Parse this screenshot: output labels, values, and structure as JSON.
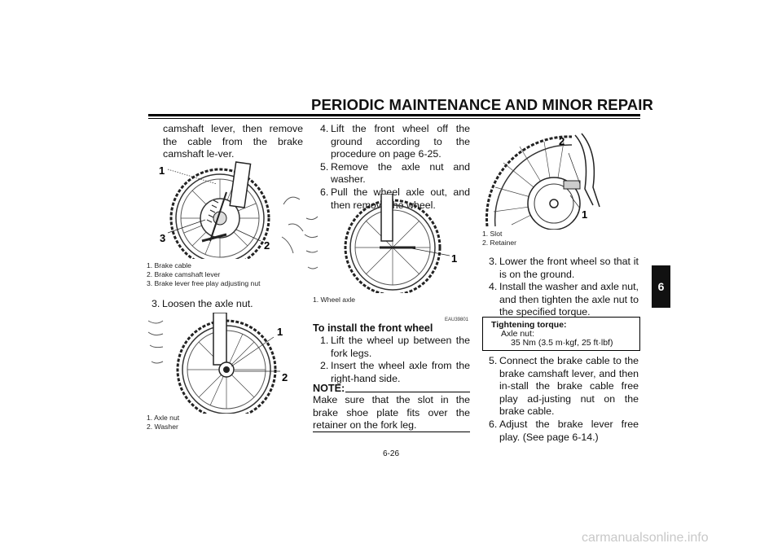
{
  "header": {
    "title": "PERIODIC MAINTENANCE AND MINOR REPAIR"
  },
  "section_tab": "6",
  "col1": {
    "intro": "camshaft lever, then remove the cable from the brake camshaft le-ver.",
    "fig1": {
      "callouts": [
        "1",
        "2",
        "3"
      ],
      "captions": [
        "1.  Brake cable",
        "2.  Brake camshaft lever",
        "3.  Brake lever free play adjusting nut"
      ]
    },
    "step3": {
      "num": "3.",
      "text": "Loosen the axle nut."
    },
    "fig2": {
      "callouts": [
        "1",
        "2"
      ],
      "captions": [
        "1.  Axle nut",
        "2.  Washer"
      ]
    }
  },
  "col2": {
    "steps": [
      {
        "num": "4.",
        "text": "Lift the front wheel off the ground according to the procedure on page 6-25."
      },
      {
        "num": "5.",
        "text": "Remove the axle nut and washer."
      },
      {
        "num": "6.",
        "text": "Pull the wheel axle out, and then remove the wheel."
      }
    ],
    "fig3": {
      "callouts": [
        "1"
      ],
      "captions": [
        "1.  Wheel axle"
      ]
    },
    "code": "EAU39801",
    "heading": "To install the front wheel",
    "install_steps": [
      {
        "num": "1.",
        "text": "Lift the wheel up between the fork legs."
      },
      {
        "num": "2.",
        "text": "Insert the wheel axle from the right-hand side."
      }
    ],
    "note_label": "NOTE:",
    "note_text": "Make sure that the slot in the brake shoe plate fits over the retainer on the fork leg."
  },
  "col3": {
    "fig4": {
      "callouts": [
        "2",
        "1"
      ],
      "captions": [
        "1.  Slot",
        "2.  Retainer"
      ]
    },
    "steps": [
      {
        "num": "3.",
        "text": "Lower the front wheel so that it is on the ground."
      },
      {
        "num": "4.",
        "text": "Install the washer and axle nut, and then tighten the axle nut to the specified torque."
      }
    ],
    "torque": {
      "title": "Tightening torque:",
      "item": "Axle nut:",
      "value": "35 Nm (3.5 m·kgf, 25 ft·lbf)"
    },
    "steps2": [
      {
        "num": "5.",
        "text": "Connect the brake cable to the brake camshaft lever, and then in-stall the brake cable free play ad-justing nut on the brake cable."
      },
      {
        "num": "6.",
        "text": "Adjust the brake lever free play. (See page 6-14.)"
      }
    ]
  },
  "footer": {
    "page": "6-26"
  },
  "watermark": "carmanualsonline.info"
}
